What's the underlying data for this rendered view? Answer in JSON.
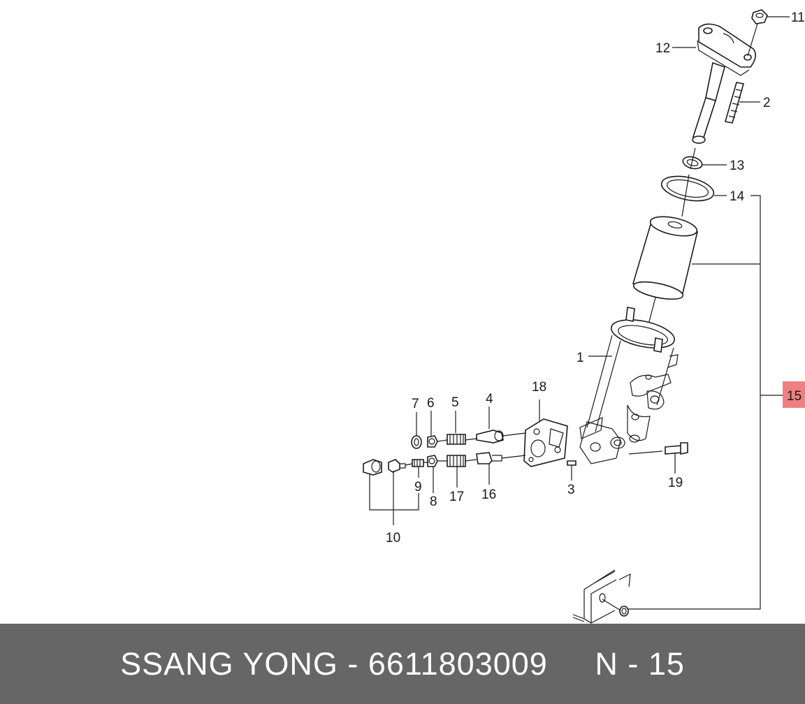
{
  "diagram": {
    "callouts": {
      "c1": "1",
      "c2": "2",
      "c3": "3",
      "c4": "4",
      "c5": "5",
      "c6": "6",
      "c7": "7",
      "c8": "8",
      "c9": "9",
      "c10": "10",
      "c11": "11",
      "c12": "12",
      "c13": "13",
      "c14": "14",
      "c15": "15",
      "c16": "16",
      "c17": "17",
      "c18": "18",
      "c19": "19"
    },
    "highlight_color": "#f08080"
  },
  "footer": {
    "brand": "SSANG YONG",
    "separator": " - ",
    "part_number": "6611803009",
    "gap": "     ",
    "ref_prefix": "N - ",
    "ref_number": "15"
  }
}
